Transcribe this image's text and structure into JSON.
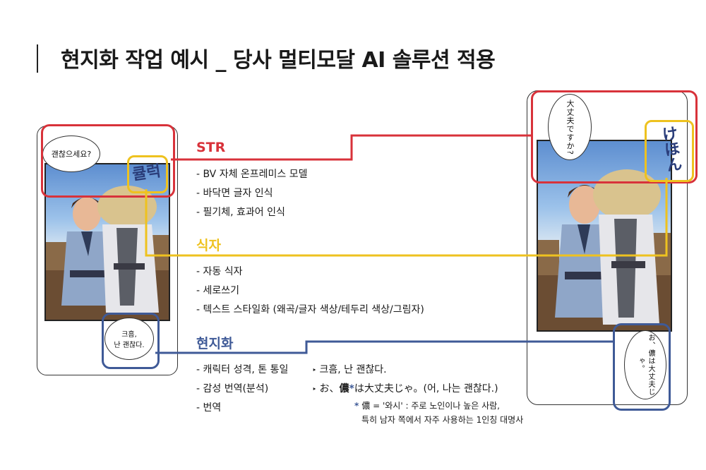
{
  "title": "현지화 작업 예시 _ 당사 멀티모달 AI 솔루션 적용",
  "colors": {
    "red": "#d8323a",
    "yellow": "#eec21f",
    "blue": "#3f5a97",
    "ink": "#1a1a1a"
  },
  "left": {
    "bubble_top": "괜찮으세요?",
    "sfx": "큘럭",
    "bubble_bottom": "크흠,\n난 괜찮다."
  },
  "right": {
    "bubble_top": "大丈夫ですか?",
    "sfx": "けほん",
    "bubble_bottom": "お、儂は大丈夫じゃ。"
  },
  "sections": {
    "str": {
      "title": "STR",
      "items": [
        "- BV 자체 온프레미스 모델",
        "- 바닥면 글자 인식",
        "- 필기체, 효과어 인식"
      ]
    },
    "shikja": {
      "title": "식자",
      "items": [
        "- 자동 식자",
        "- 세로쓰기",
        "- 텍스트 스타일화 (왜곡/글자 색상/테두리 색상/그림자)"
      ]
    },
    "local": {
      "title": "현지화",
      "items": [
        "- 캐릭터 성격, 톤 통일",
        "- 감성 번역(분석)",
        "- 번역"
      ],
      "examples": [
        {
          "bullet": "‣",
          "text": "크흠, 난 괜찮다."
        },
        {
          "bullet": "‣",
          "prefix": "お、",
          "bold": "儂",
          "star": "*",
          "rest": "は大丈夫じゃ。(어, 나는 괜찮다.)"
        }
      ],
      "note_star": "*",
      "note_line1": "儂 = '와시' : 주로 노인이나 높은 사람,",
      "note_line2": "특히 남자 쪽에서 자주 사용하는 1인칭 대명사"
    }
  }
}
